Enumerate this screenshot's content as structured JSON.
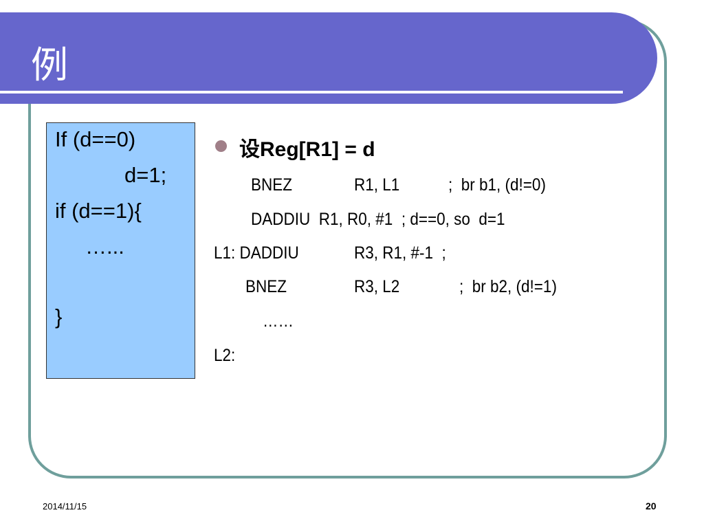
{
  "slide": {
    "title": "例",
    "code_box": {
      "lines": [
        "If (d==0)",
        "d=1;",
        "if (d==1){",
        "…...",
        "}"
      ]
    },
    "bullet": {
      "prefix": "设",
      "text": "Reg[R1] = d"
    },
    "asm_lines": [
      [
        "BNEZ",
        "R1, L1",
        ";  br b1, (d!=0)"
      ],
      [
        "DADDIU  R1, R0, #1  ; d==0, so  d=1"
      ],
      [
        "L1: DADDIU",
        "R3, R1, #-1  ;"
      ],
      [
        "BNEZ",
        "R3, L2",
        ";  br b2, (d!=1)"
      ],
      [
        "……"
      ],
      [
        "L2:"
      ]
    ],
    "footer": {
      "date": "2014/11/15",
      "page": "20"
    }
  },
  "colors": {
    "title_band": "#6666cc",
    "frame_border": "#6f9f9c",
    "code_box_bg": "#99ccff",
    "bullet": "#a07f88"
  }
}
